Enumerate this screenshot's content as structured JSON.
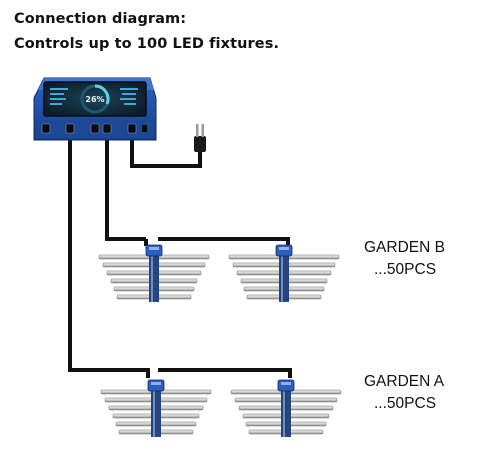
{
  "header": {
    "line1": "Connection diagram:",
    "line2": "Controls up to 100 LED fixtures."
  },
  "controller": {
    "screen_value": "26%"
  },
  "gardens": [
    {
      "name": "GARDEN B",
      "quantity": "...50PCS"
    },
    {
      "name": "GARDEN A",
      "quantity": "...50PCS"
    }
  ],
  "colors": {
    "cable": "#111111",
    "controller_body": "#1f4fa6",
    "controller_screen": "#122a3a",
    "fixture_hub": "#2a5fbf",
    "led_bar": "#d9d9d9"
  },
  "icons": [
    "led-controller-icon",
    "power-plug-icon",
    "led-fixture-icon"
  ]
}
